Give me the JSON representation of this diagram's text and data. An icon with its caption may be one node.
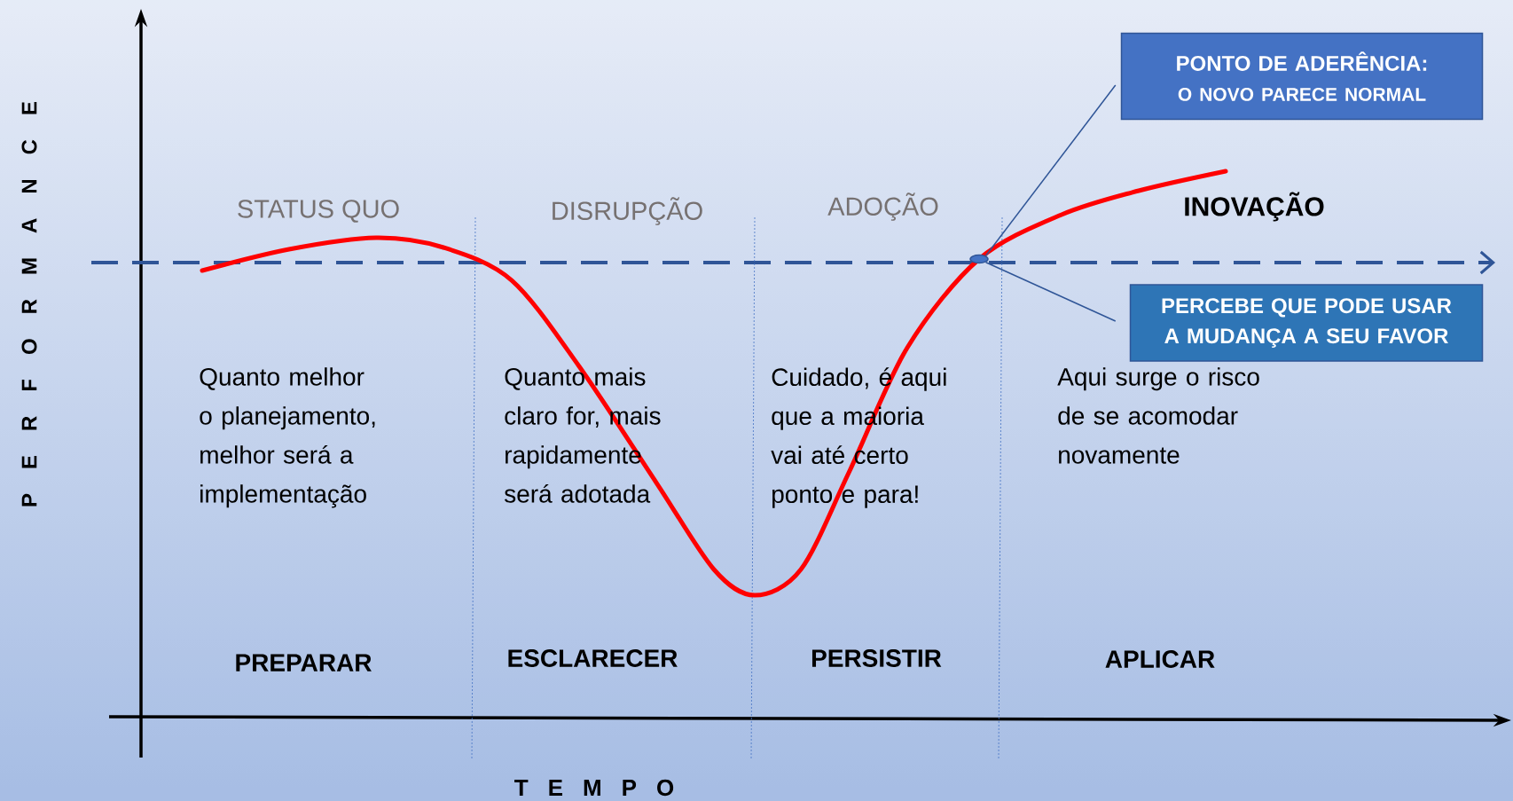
{
  "diagram": {
    "nodes": [
      {
        "text": [
          "PONTO DE ADERÊNCIA:",
          "O NOVO PARECE NORMAL"
        ]
      },
      {
        "text": [
          "PERCEBE QUE PODE USAR A MUDANÇA A SEU FAVOR"
        ]
      },
      {
        "text": [],
        "shape": "circle"
      }
    ],
    "edges": [
      {
        "from": 0,
        "to": 2,
        "arrow": "none"
      },
      {
        "from": 1,
        "to": 2,
        "arrow": "none"
      }
    ],
    "labels": [
      "P E R F O R M A N C E",
      "STATUS QUO",
      "DISRUPÇÃO",
      "ADOÇÃO",
      "INOVAÇÃO",
      "Quanto melhor o planejamento, melhor será a implementação",
      "Quanto mais claro for, mais rapidamente será adotada",
      "Cuidado, é aqui que a maioria vai até certo ponto e para!",
      "Aqui surge o risco de se acomodar novamente",
      "PREPARAR",
      "ESCLARECER",
      "PERSISTIR",
      "APLICAR",
      "T E M P O"
    ]
  }
}
